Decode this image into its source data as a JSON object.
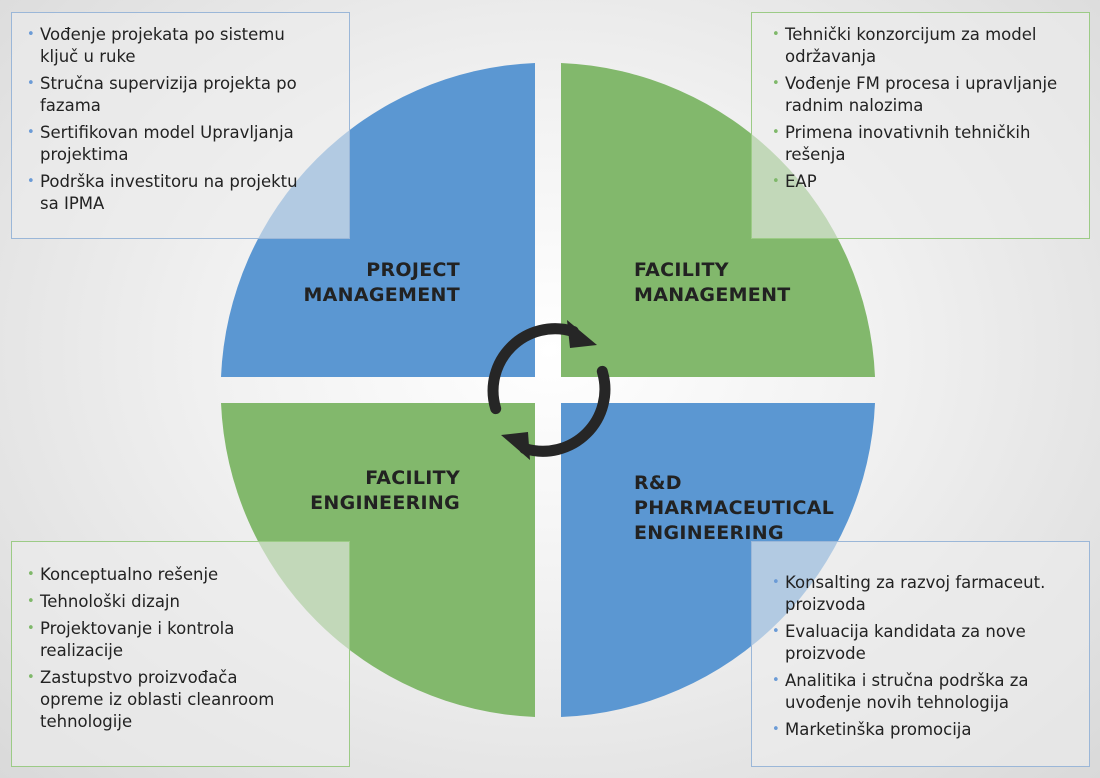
{
  "colors": {
    "blue": "#5b97d2",
    "green": "#82b86c",
    "arrow": "#262626"
  },
  "arrow_icon": "cycle-arrows-icon",
  "quadrants": {
    "top_left": {
      "title_lines": [
        "PROJECT",
        "MANAGEMENT"
      ]
    },
    "top_right": {
      "title_lines": [
        "FACILITY",
        "MANAGEMENT"
      ]
    },
    "bottom_left": {
      "title_lines": [
        "FACILITY",
        "ENGINEERING"
      ]
    },
    "bottom_right": {
      "title_lines": [
        "R&D",
        "PHARMACEUTICAL",
        "ENGINEERING"
      ]
    }
  },
  "boxes": {
    "top_left": [
      [
        "Vođenje projekata po sistemu",
        "ključ u ruke"
      ],
      [
        "Stručna supervizija projekta po",
        "fazama"
      ],
      [
        "Sertifikovan model Upravljanja",
        "projektima"
      ],
      [
        "Podrška investitoru na projektu",
        "sa IPMA"
      ]
    ],
    "top_right": [
      [
        "Tehnički konzorcijum za model",
        "održavanja"
      ],
      [
        "Vođenje FM procesa i upravljanje",
        "radnim nalozima"
      ],
      [
        "Primena inovativnih  tehničkih",
        "rešenja"
      ],
      [
        "EAP"
      ]
    ],
    "bottom_left": [
      [
        "Konceptualno rešenje"
      ],
      [
        "Tehnološki dizajn"
      ],
      [
        "Projektovanje i kontrola",
        "realizacije"
      ],
      [
        "Zastupstvo proizvođača",
        "opreme iz oblasti cleanroom",
        "tehnologije"
      ]
    ],
    "bottom_right": [
      [
        "Konsalting za razvoj farmaceut.",
        "proizvoda"
      ],
      [
        "Evaluacija kandidata za nove",
        "proizvode"
      ],
      [
        "Analitika i stručna podrška za",
        "uvođenje novih tehnologija"
      ],
      [
        "Marketinška promocija"
      ]
    ]
  }
}
